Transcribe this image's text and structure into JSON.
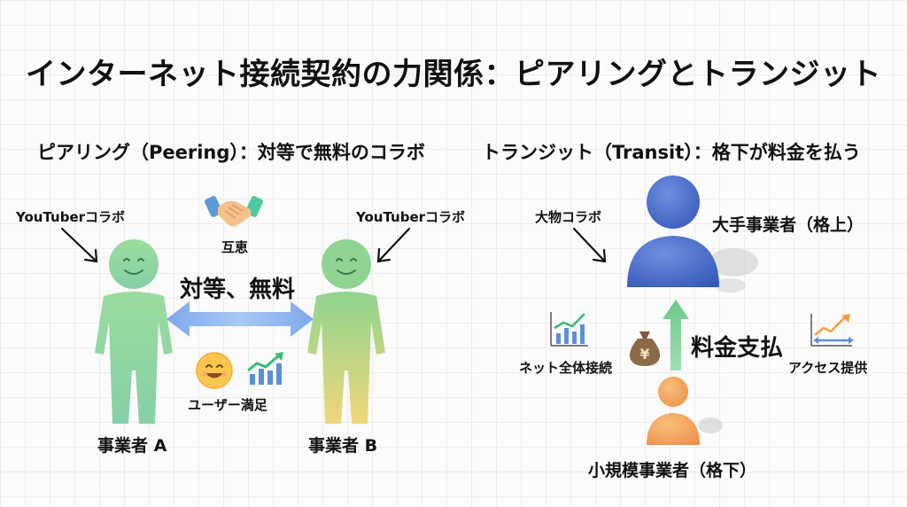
{
  "title": "インターネット接続契約の力関係：ピアリングとトランジット",
  "peering": {
    "heading": "ピアリング（Peering）：対等で無料のコラボ",
    "collab_left": "YouTuberコラボ",
    "collab_right": "YouTuberコラボ",
    "mutual": "互恵",
    "equal_free": "対等、無料",
    "user_satisfaction": "ユーザー満足",
    "operator_a": "事業者 A",
    "operator_b": "事業者 B",
    "colors": {
      "person_left": "#8ed6a0",
      "person_right_top": "#8fd48f",
      "person_right_bottom": "#f0d77a",
      "arrow": "#8fb6ee"
    },
    "icons": [
      "handshake-icon",
      "smiley-icon",
      "growth-chart-icon"
    ]
  },
  "transit": {
    "heading": "トランジット（Transit）：格下が料金を払う",
    "big_collab": "大物コラボ",
    "large_operator": "大手事業者（格上）",
    "fee_payment": "料金支払",
    "network_connection": "ネット全体接続",
    "access_provision": "アクセス提供",
    "small_operator": "小規模事業者（格下）",
    "money_symbol": "¥",
    "colors": {
      "large_person": "#3f63c8",
      "small_person": "#f3a15a",
      "arrow": "#7fd49b"
    },
    "icons": [
      "growth-chart-icon",
      "money-bag-icon",
      "trend-arrows-icon"
    ]
  }
}
